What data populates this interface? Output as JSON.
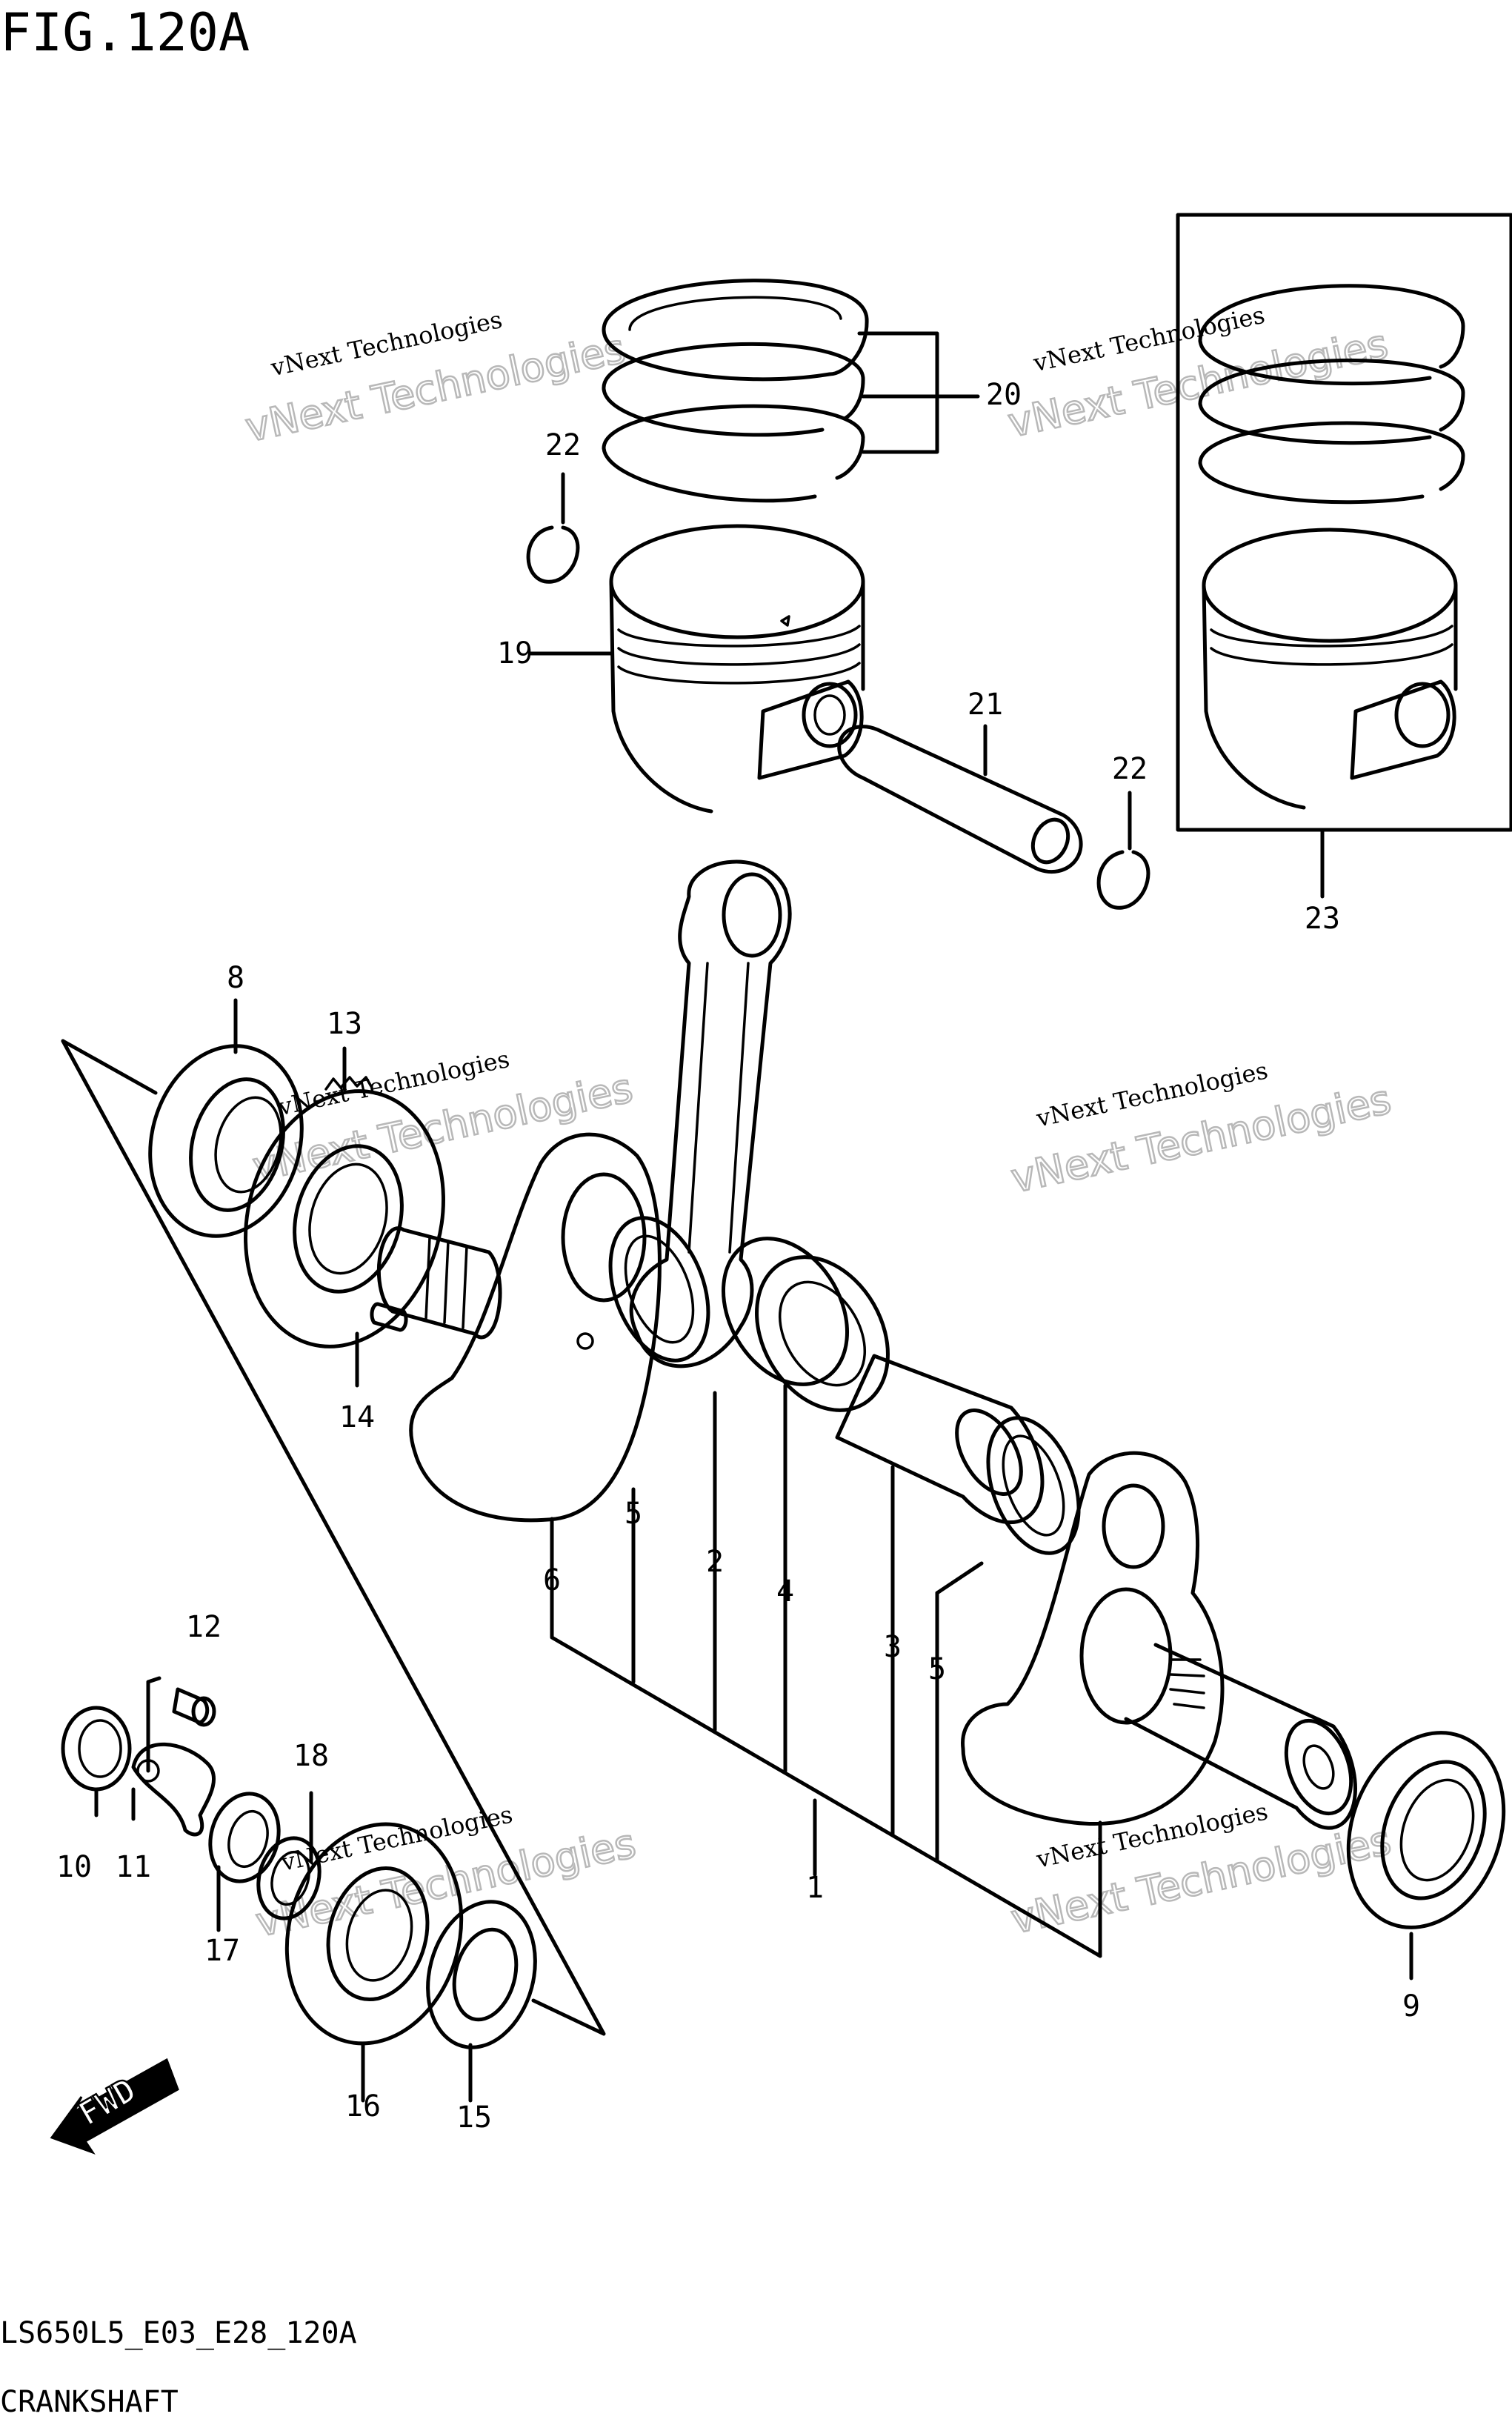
{
  "header": {
    "figure": "FIG.120A"
  },
  "footer": {
    "code": "LS650L5_E03_E28_120A",
    "title": "CRANKSHAFT"
  },
  "watermark": {
    "line1": "vNext Technologies",
    "line2": "vNext Technologies"
  },
  "fwd_label": "FWD",
  "callouts": {
    "p1": "1",
    "p2": "2",
    "p3": "3",
    "p4": "4",
    "p5a": "5",
    "p5b": "5",
    "p6": "6",
    "p8": "8",
    "p9": "9",
    "p10": "10",
    "p11": "11",
    "p12": "12",
    "p13": "13",
    "p14": "14",
    "p15": "15",
    "p16": "16",
    "p17": "17",
    "p18": "18",
    "p19": "19",
    "p20": "20",
    "p21": "21",
    "p22a": "22",
    "p22b": "22",
    "p23": "23"
  }
}
